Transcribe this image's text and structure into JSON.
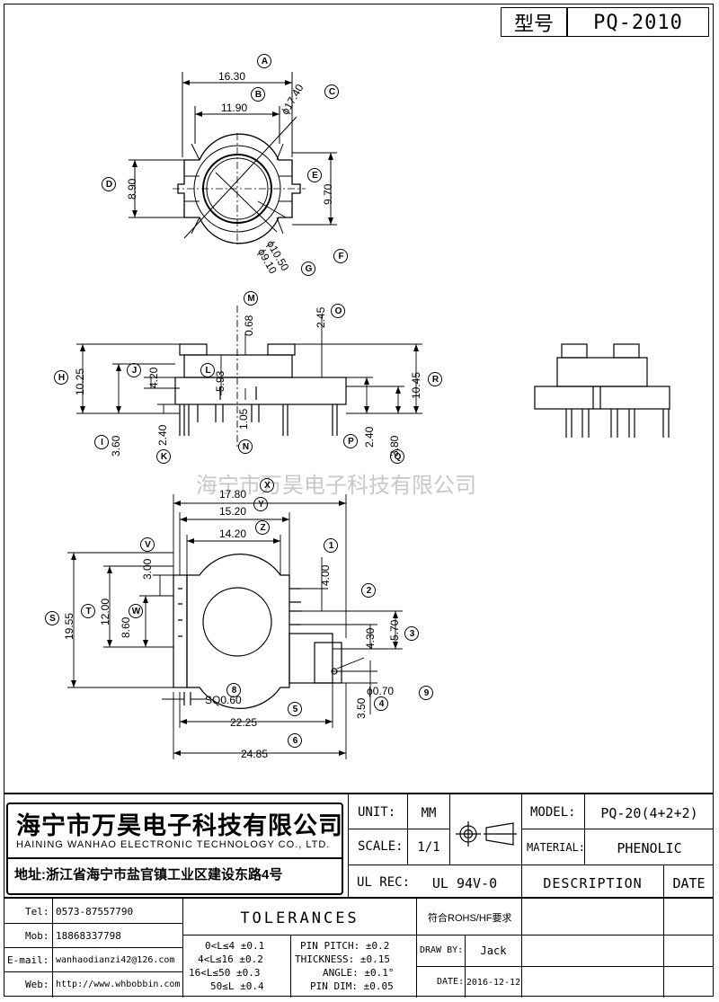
{
  "header": {
    "model_label": "型号",
    "model_value": "PQ-2010"
  },
  "watermark": "海宁市万昊电子科技有限公司",
  "top_view": {
    "dims": {
      "a": "16.30",
      "b": "11.90",
      "c": "ϕ17.40",
      "d": "8.90",
      "e": "9.70",
      "f": "ϕ10.50",
      "g": "ϕ9.10"
    },
    "callouts": {
      "a": "A",
      "b": "B",
      "c": "C",
      "d": "D",
      "e": "E",
      "f": "F",
      "g": "G"
    }
  },
  "side_view": {
    "dims": {
      "h": "10.25",
      "i": "3.60",
      "j": "4.20",
      "k": "2.40",
      "l": "5.93",
      "m": "0.68",
      "n": "1.05",
      "o": "2.45",
      "p": "2.40",
      "q": "3.80",
      "r": "10.45"
    },
    "callouts": {
      "h": "H",
      "i": "I",
      "j": "J",
      "k": "K",
      "l": "L",
      "m": "M",
      "n": "N",
      "o": "O",
      "p": "P",
      "q": "Q",
      "r": "R"
    }
  },
  "bottom_view": {
    "dims": {
      "x": "17.80",
      "y": "15.20",
      "z": "14.20",
      "s": "19.55",
      "t": "12.00",
      "v": "3.00",
      "w": "8.60",
      "d1": "4.00",
      "d3": "5.70",
      "d2": "4.30",
      "d4": "3.50",
      "d9": "ϕ0.70",
      "d8": "SQ0.60",
      "d5": "22.25",
      "d6": "24.85"
    },
    "callouts": {
      "x": "X",
      "y": "Y",
      "z": "Z",
      "s": "S",
      "t": "T",
      "v": "V",
      "w": "W",
      "n1": "1",
      "n2": "2",
      "n3": "3",
      "n4": "4",
      "n5": "5",
      "n6": "6",
      "n8": "8",
      "n9": "9"
    }
  },
  "title_block": {
    "company_cn": "海宁市万昊电子科技有限公司",
    "company_en": "HAINING WANHAO ELECTRONIC TECHNOLOGY CO., LTD.",
    "address": "地址:浙江省海宁市盐官镇工业区建设东路4号",
    "unit_label": "UNIT:",
    "unit_value": "MM",
    "scale_label": "SCALE:",
    "scale_value": "1/1",
    "ul_label": "UL REC:",
    "ul_value": "UL 94V-0",
    "model_label": "MODEL:",
    "model_value": "PQ-20(4+2+2)",
    "material_label": "MATERIAL:",
    "material_value": "PHENOLIC",
    "description_label": "DESCRIPTION",
    "date_label": "DATE",
    "contacts": [
      {
        "label": "Tel:",
        "value": "0573-87557790"
      },
      {
        "label": "Mob:",
        "value": "18868337798"
      },
      {
        "label": "E-mail:",
        "value": "wanhaodianzi42@126.com"
      },
      {
        "label": "Web:",
        "value": "http://www.whbobbin.com"
      }
    ],
    "tolerances_title": "TOLERANCES",
    "tolerance_lines": [
      "0<L≤4 ±0.1",
      "4<L≤16 ±0.2",
      "16<L≤50 ±0.3",
      "50≤L ±0.4"
    ],
    "pin_tolerances": [
      "PIN PITCH: ±0.2",
      "THICKNESS: ±0.15",
      "ANGLE: ±0.1°",
      "PIN DIM: ±0.05"
    ],
    "rohs": "符合ROHS/HF要求",
    "draw_by_label": "DRAW BY:",
    "draw_by_value": "Jack",
    "date_field_label": "DATE:",
    "date_value": "2016-12-12"
  }
}
